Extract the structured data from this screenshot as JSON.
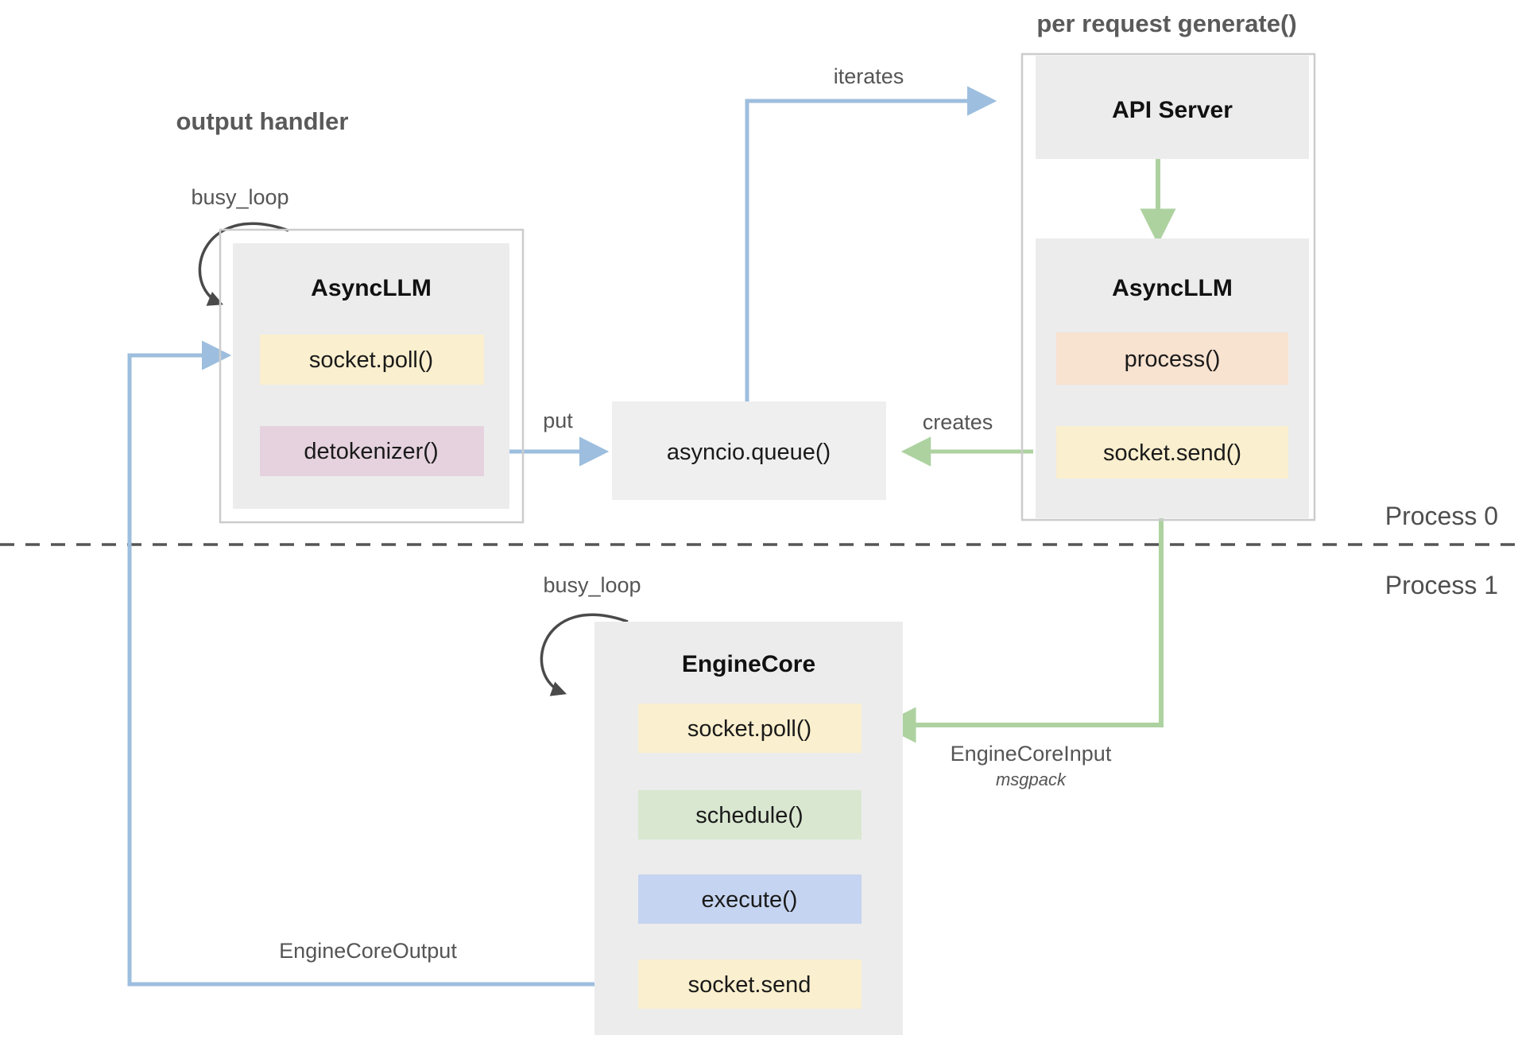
{
  "diagram": {
    "title_output_handler": "output handler",
    "title_per_request": "per request generate()",
    "process_top": "Process 0",
    "process_bottom": "Process 1",
    "colors": {
      "blue_arrow": "#9DBEDE",
      "green_arrow": "#ADD2A0",
      "black_arrow": "#4a4a4a",
      "yellow_fill": "#FAEFCE",
      "pink_fill": "#E5D2DE",
      "peach_fill": "#F8E2D0",
      "green_fill": "#D9E7D0",
      "blue_fill": "#C5D4F0",
      "box_fill": "#ececec",
      "frame_stroke": "#cccccc",
      "divider": "#555555"
    },
    "groups": [
      {
        "name": "output-handler",
        "label": "output handler",
        "loop_label": "busy_loop",
        "box_title": "AsyncLLM",
        "rows": [
          {
            "label": "socket.poll()",
            "fill": "yellow_fill"
          },
          {
            "label": "detokenizer()",
            "fill": "pink_fill"
          }
        ]
      },
      {
        "name": "per-request-generate",
        "label": "per request generate()",
        "box_title_top": "API Server",
        "box_title_bottom": "AsyncLLM",
        "rows": [
          {
            "label": "process()",
            "fill": "peach_fill"
          },
          {
            "label": "socket.send()",
            "fill": "yellow_fill"
          }
        ]
      },
      {
        "name": "engine-core",
        "loop_label": "busy_loop",
        "box_title": "EngineCore",
        "rows": [
          {
            "label": "socket.poll()",
            "fill": "yellow_fill"
          },
          {
            "label": "schedule()",
            "fill": "green_fill"
          },
          {
            "label": "execute()",
            "fill": "blue_fill"
          },
          {
            "label": "socket.send",
            "fill": "yellow_fill"
          }
        ]
      }
    ],
    "standalone_nodes": [
      {
        "name": "asyncio-queue",
        "label": "asyncio.queue()"
      }
    ],
    "edges": [
      {
        "name": "iterates",
        "label": "iterates",
        "color": "blue_arrow",
        "from": "asyncio.queue()",
        "to": "API Server"
      },
      {
        "name": "put",
        "label": "put",
        "color": "blue_arrow",
        "from": "detokenizer()",
        "to": "asyncio.queue()"
      },
      {
        "name": "creates",
        "label": "creates",
        "color": "green_arrow",
        "from": "socket.send()",
        "to": "asyncio.queue()"
      },
      {
        "name": "api-to-asyncllm",
        "label": "",
        "color": "green_arrow",
        "from": "API Server",
        "to": "AsyncLLM"
      },
      {
        "name": "engine-core-input",
        "label": "EngineCoreInput",
        "sublabel": "msgpack",
        "color": "green_arrow",
        "from": "socket.send()",
        "to": "socket.poll()"
      },
      {
        "name": "engine-core-output",
        "label": "EngineCoreOutput",
        "color": "blue_arrow",
        "from": "socket.send",
        "to": "socket.poll()"
      },
      {
        "name": "busy-loop-output-handler",
        "label": "busy_loop",
        "color": "black_arrow",
        "from": "AsyncLLM",
        "to": "AsyncLLM"
      },
      {
        "name": "busy-loop-engine-core",
        "label": "busy_loop",
        "color": "black_arrow",
        "from": "EngineCore",
        "to": "EngineCore"
      }
    ]
  }
}
